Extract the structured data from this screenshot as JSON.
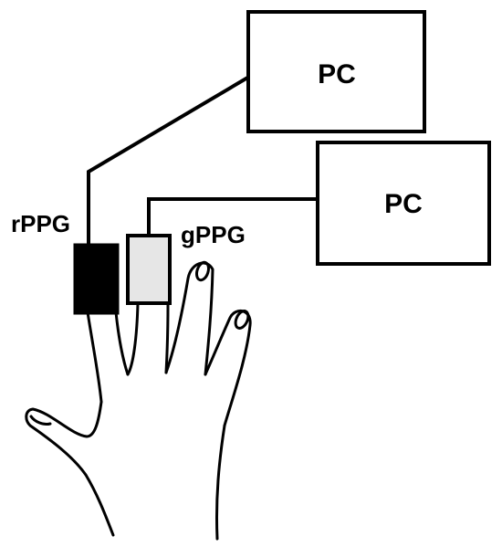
{
  "pc_boxes": [
    {
      "label": "PC"
    },
    {
      "label": "PC"
    }
  ],
  "sensors": {
    "rppg": {
      "label": "rPPG",
      "fill": "#000000"
    },
    "gppg": {
      "label": "gPPG",
      "fill": "#e6e6e6"
    }
  }
}
